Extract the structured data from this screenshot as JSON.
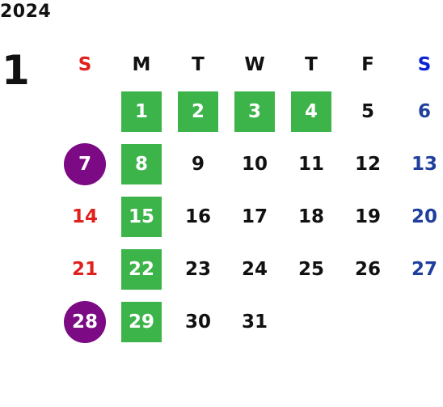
{
  "calendar": {
    "year": "2024",
    "month": "1",
    "weekdays": [
      {
        "label": "S",
        "color": "#e0201c"
      },
      {
        "label": "M",
        "color": "#111111"
      },
      {
        "label": "T",
        "color": "#111111"
      },
      {
        "label": "W",
        "color": "#111111"
      },
      {
        "label": "T",
        "color": "#111111"
      },
      {
        "label": "F",
        "color": "#111111"
      },
      {
        "label": "S",
        "color": "#0a22d6"
      }
    ],
    "weeks": [
      [
        null,
        {
          "day": "1",
          "style": "box"
        },
        {
          "day": "2",
          "style": "box"
        },
        {
          "day": "3",
          "style": "box"
        },
        {
          "day": "4",
          "style": "box"
        },
        {
          "day": "5",
          "color": "#111111"
        },
        {
          "day": "6",
          "color": "#1f3f9c"
        }
      ],
      [
        {
          "day": "7",
          "style": "circle"
        },
        {
          "day": "8",
          "style": "box"
        },
        {
          "day": "9",
          "color": "#111111"
        },
        {
          "day": "10",
          "color": "#111111"
        },
        {
          "day": "11",
          "color": "#111111"
        },
        {
          "day": "12",
          "color": "#111111"
        },
        {
          "day": "13",
          "color": "#1f3f9c"
        }
      ],
      [
        {
          "day": "14",
          "color": "#e0201c"
        },
        {
          "day": "15",
          "style": "box"
        },
        {
          "day": "16",
          "color": "#111111"
        },
        {
          "day": "17",
          "color": "#111111"
        },
        {
          "day": "18",
          "color": "#111111"
        },
        {
          "day": "19",
          "color": "#111111"
        },
        {
          "day": "20",
          "color": "#1f3f9c"
        }
      ],
      [
        {
          "day": "21",
          "color": "#e0201c"
        },
        {
          "day": "22",
          "style": "box"
        },
        {
          "day": "23",
          "color": "#111111"
        },
        {
          "day": "24",
          "color": "#111111"
        },
        {
          "day": "25",
          "color": "#111111"
        },
        {
          "day": "26",
          "color": "#111111"
        },
        {
          "day": "27",
          "color": "#1f3f9c"
        }
      ],
      [
        {
          "day": "28",
          "style": "circle"
        },
        {
          "day": "29",
          "style": "box"
        },
        {
          "day": "30",
          "color": "#111111"
        },
        {
          "day": "31",
          "color": "#111111"
        },
        null,
        null,
        null
      ]
    ],
    "colors": {
      "box": "#3cb44a",
      "circle": "#7b0a84"
    }
  }
}
